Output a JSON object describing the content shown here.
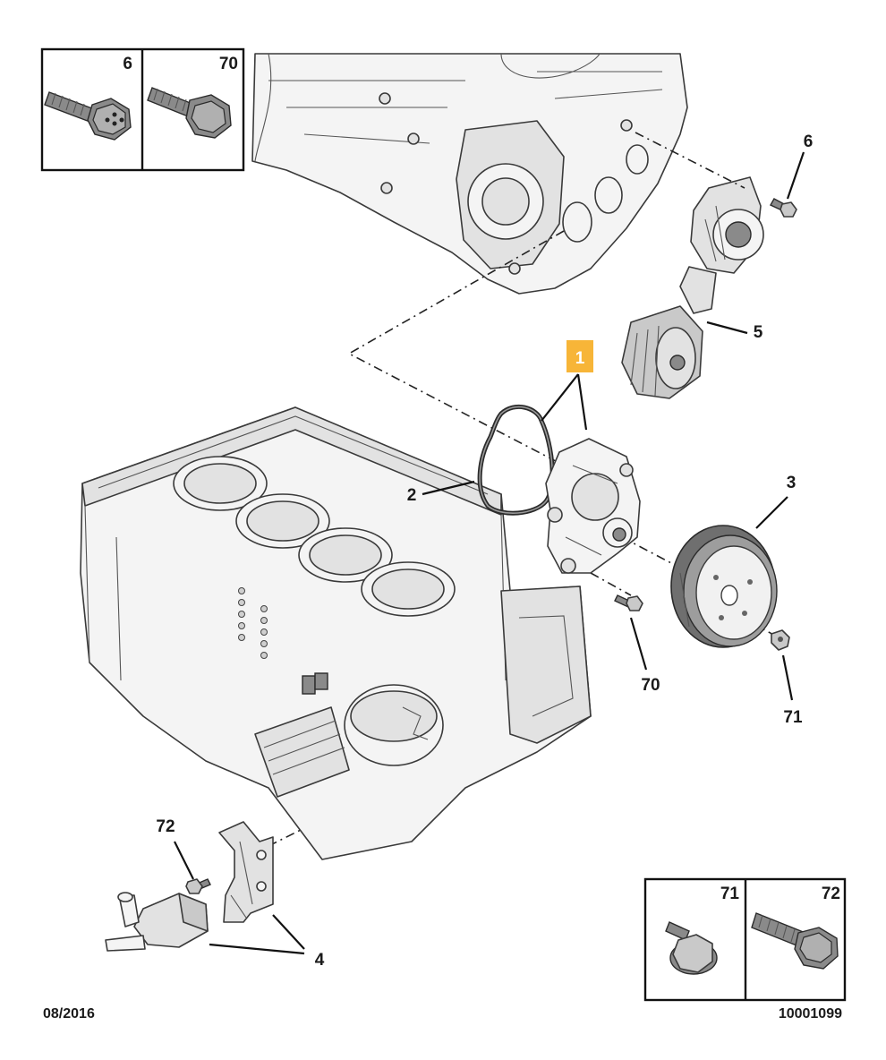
{
  "labels": {
    "part_1": "1",
    "part_2": "2",
    "part_3": "3",
    "part_4": "4",
    "part_5": "5",
    "part_6": "6",
    "part_70": "70",
    "part_71": "71",
    "part_72": "72"
  },
  "inset_top": {
    "left": "6",
    "right": "70"
  },
  "inset_bottom": {
    "left": "71",
    "right": "72"
  },
  "footer": {
    "date": "08/2016",
    "reference": "10001099"
  },
  "colors": {
    "highlight": "#f7b538",
    "line": "#111111",
    "part_fill": "#f4f4f4"
  }
}
